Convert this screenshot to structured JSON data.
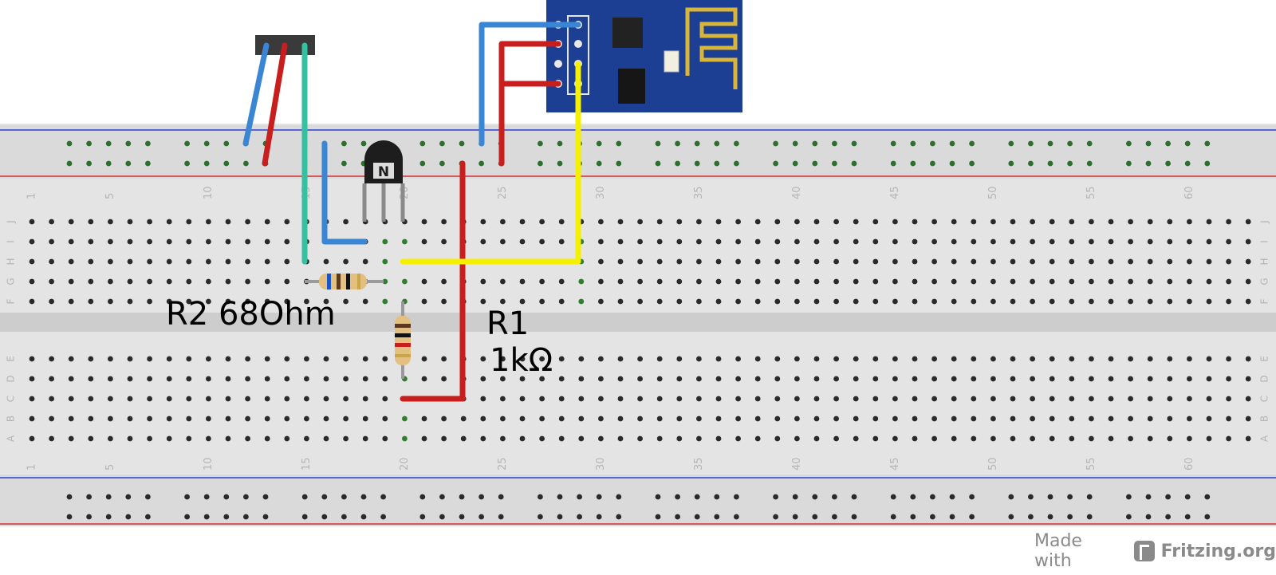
{
  "breadboard": {
    "column_numbers": [
      "1",
      "5",
      "10",
      "15",
      "20",
      "25",
      "30",
      "35",
      "40",
      "45",
      "50",
      "55",
      "60"
    ],
    "row_letters_top": [
      "J",
      "I",
      "H",
      "G",
      "F"
    ],
    "row_letters_bottom": [
      "E",
      "D",
      "C",
      "B",
      "A"
    ]
  },
  "components": {
    "transistor_marking": "N"
  },
  "labels": {
    "r2": "R2 68Ohm",
    "r1_line1": "R1",
    "r1_line2": "1kΩ"
  },
  "wire_colors": {
    "blue": "#3b86d4",
    "red": "#c81e1e",
    "teal": "#35c0a0",
    "yellow": "#f5f000"
  },
  "credit": {
    "made_with": "Made with",
    "brand": "Fritzing.org"
  }
}
